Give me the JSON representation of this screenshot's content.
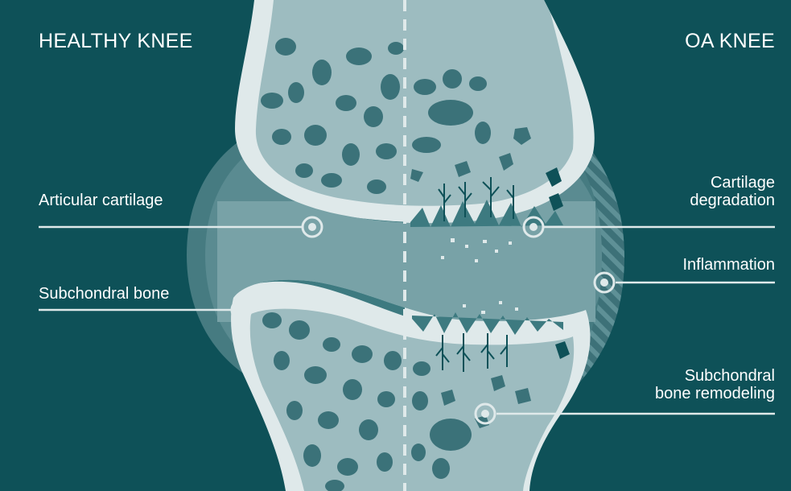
{
  "titles": {
    "left": "HEALTHY KNEE",
    "right": "OA KNEE"
  },
  "labels": {
    "articular_cartilage": "Articular cartilage",
    "subchondral_bone": "Subchondral bone",
    "cartilage_degradation_1": "Cartilage",
    "cartilage_degradation_2": "degradation",
    "inflammation": "Inflammation",
    "remodeling_1": "Subchondral",
    "remodeling_2": "bone remodeling"
  },
  "colors": {
    "background": "#0e5158",
    "bone_shell": "#dfe9ea",
    "bone_interior": "#9dbcc0",
    "bone_pores": "#3b7279",
    "synovium": "#52848a",
    "joint_space": "#78a2a7",
    "healthy_cartilage": "#3d7a80",
    "callout": "#dfe9ea"
  }
}
